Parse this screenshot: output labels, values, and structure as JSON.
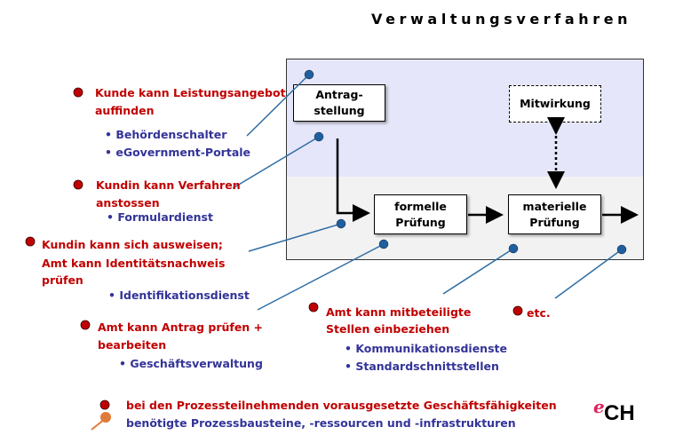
{
  "title": "Verwaltungsverfahren",
  "boxes": {
    "antrag": "Antrag-\nstellung",
    "mitwirkung": "Mitwirkung",
    "formelle": "formelle\nPrüfung",
    "materielle": "materielle\nPrüfung"
  },
  "notes": [
    {
      "heading": "Kunde kann Leistungsangebot",
      "heading2": "auffinden",
      "items": [
        "Behördenschalter",
        "eGovernment-Portale"
      ]
    },
    {
      "heading": "Kundin kann Verfahren",
      "heading2": "anstossen",
      "items": [
        "Formulardienst"
      ]
    },
    {
      "heading": "Kundin kann sich ausweisen;",
      "heading2": "Amt kann Identitätsnachweis",
      "heading3": "prüfen",
      "items": [
        "Identifikationsdienst"
      ]
    },
    {
      "heading": "Amt kann Antrag prüfen +",
      "heading2": "bearbeiten",
      "items": [
        "Geschäftsverwaltung"
      ]
    },
    {
      "heading": "Amt kann mitbeteiligte",
      "heading2": "Stellen einbeziehen",
      "items": [
        "Kommunikationsdienste",
        "Standardschnittstellen"
      ]
    },
    {
      "heading": "etc."
    }
  ],
  "legend": {
    "red": "bei den Prozessteilnehmenden vorausgesetzte Geschäftsfähigkeiten",
    "blue": "benötigte Prozessbausteine, -ressourcen und  -infrastrukturen"
  },
  "logo": {
    "e": "e",
    "ch": "CH"
  },
  "colors": {
    "red": "#C00000",
    "blue": "#333399",
    "connector": "#2E6DA4",
    "band": "#E6E6FA"
  }
}
